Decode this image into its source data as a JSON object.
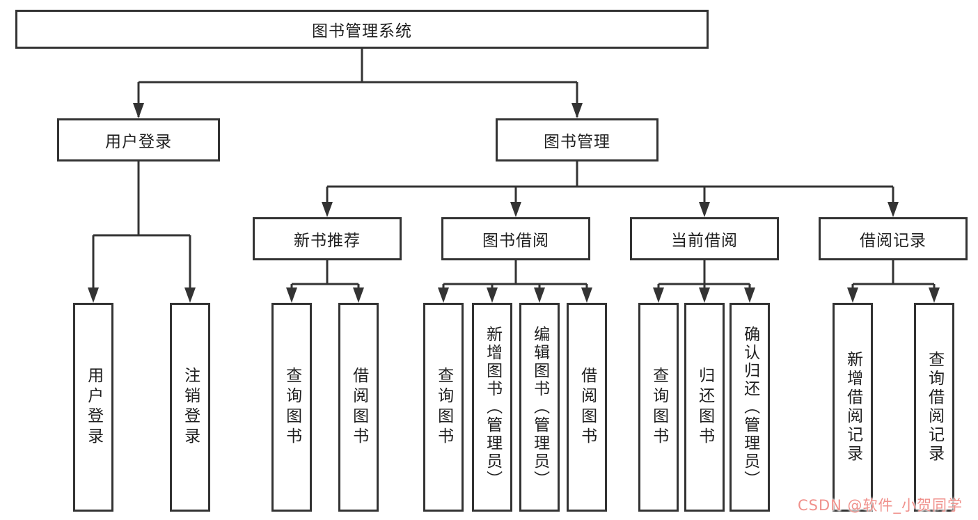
{
  "diagram": {
    "root": "图书管理系统",
    "branches": [
      {
        "label": "用户登录",
        "children": [
          "用户登录",
          "注销登录"
        ]
      },
      {
        "label": "图书管理",
        "children": [
          {
            "label": "新书推荐",
            "children": [
              "查询图书",
              "借阅图书"
            ]
          },
          {
            "label": "图书借阅",
            "children": [
              "查询图书",
              "新增图书（管理员）",
              "编辑图书（管理员）",
              "借阅图书"
            ]
          },
          {
            "label": "当前借阅",
            "children": [
              "查询图书",
              "归还图书",
              "确认归还（管理员）"
            ]
          },
          {
            "label": "借阅记录",
            "children": [
              "新增借阅记录",
              "查询借阅记录"
            ]
          }
        ]
      }
    ]
  },
  "watermark": {
    "text": "CSDN @软件_小贺同学",
    "color": "#f0918c"
  },
  "colors": {
    "line": "#333333",
    "box_border": "#333333",
    "box_background": "#ffffff"
  }
}
